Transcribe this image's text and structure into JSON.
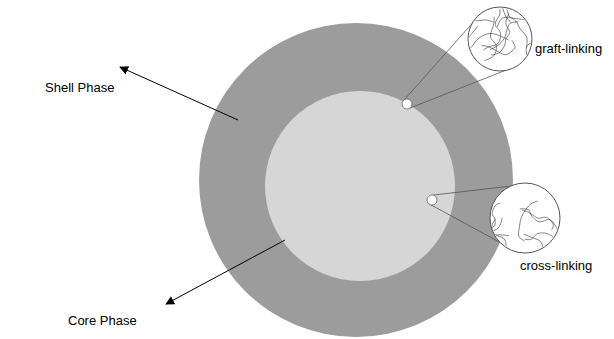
{
  "diagram": {
    "labels": [
      "Shell Phase",
      "Core Phase",
      "graft-linking",
      "cross-linking"
    ]
  }
}
